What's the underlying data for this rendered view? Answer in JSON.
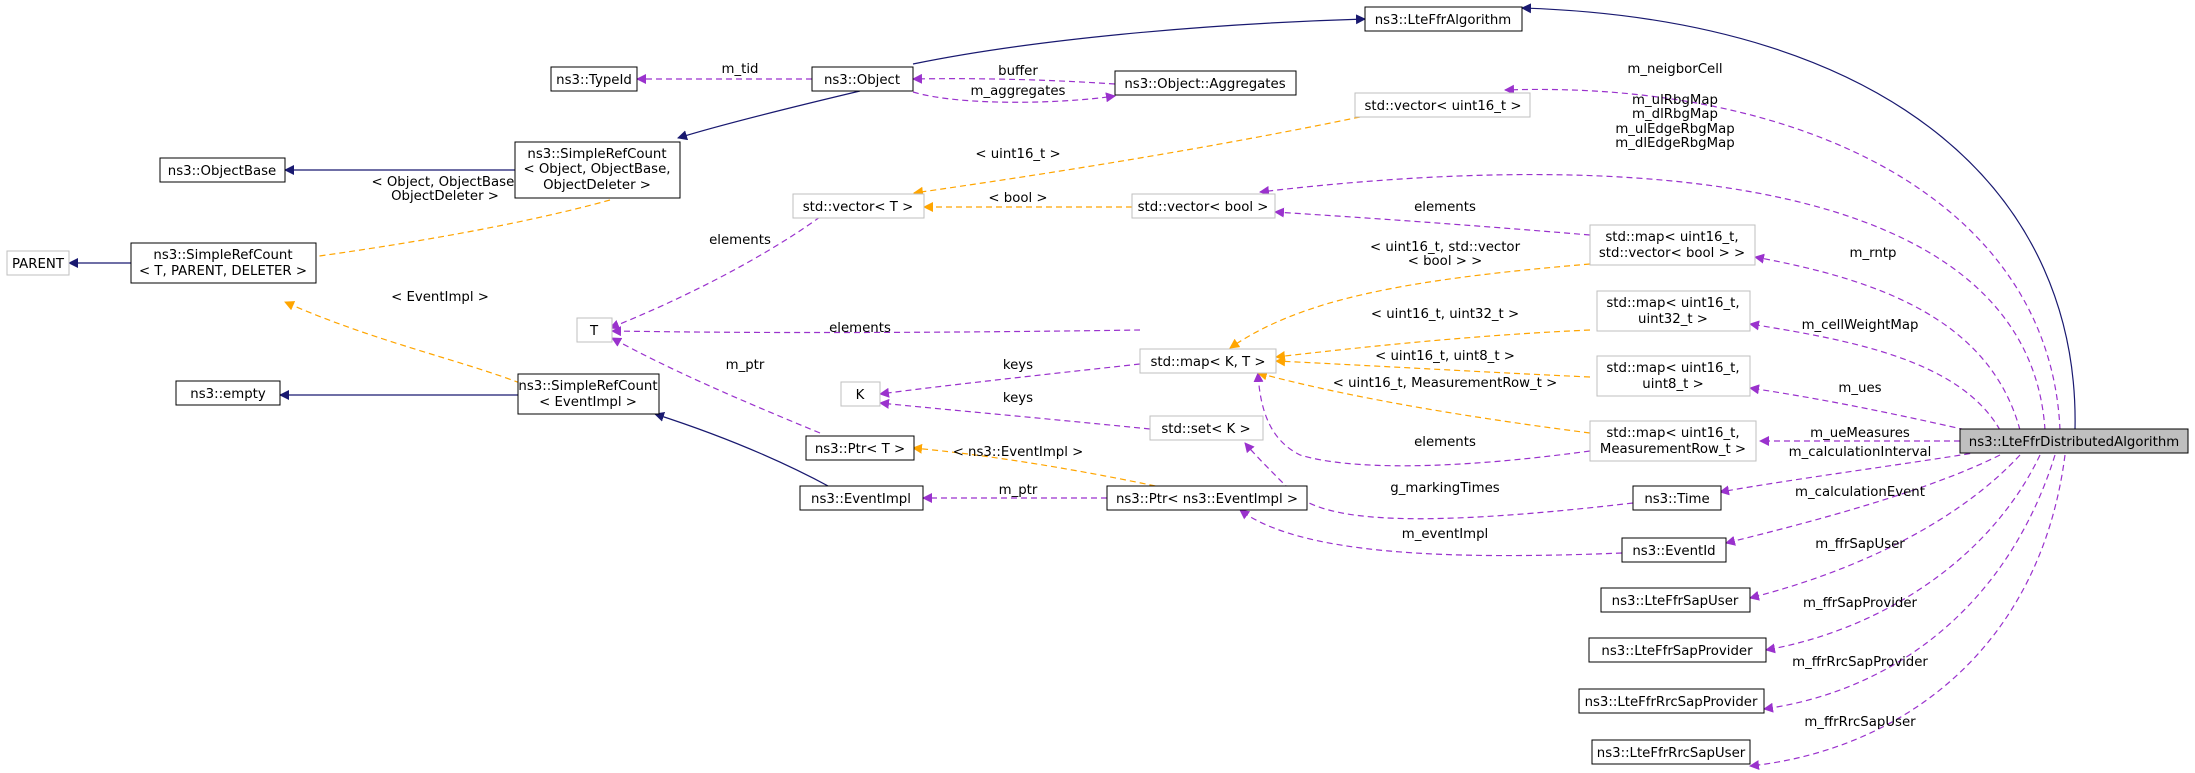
{
  "nodes": {
    "lteFfrAlgorithm": "ns3::LteFfrAlgorithm",
    "typeId": "ns3::TypeId",
    "object": "ns3::Object",
    "objectAggregates": "ns3::Object::Aggregates",
    "vectorUint16": "std::vector< uint16_t >",
    "objectBase": "ns3::ObjectBase",
    "simpleRefCountObject": [
      "ns3::SimpleRefCount",
      "< Object, ObjectBase,",
      "ObjectDeleter >"
    ],
    "vectorT": "std::vector< T >",
    "vectorBool": "std::vector< bool >",
    "parent": "PARENT",
    "simpleRefCountT": [
      "ns3::SimpleRefCount",
      "< T, PARENT, DELETER >"
    ],
    "mapUint16VectorBool": [
      "std::map< uint16_t,",
      "std::vector< bool > >"
    ],
    "mapUint16Uint32": [
      "std::map< uint16_t,",
      "uint32_t >"
    ],
    "T": "T",
    "mapKT": "std::map< K, T >",
    "mapUint16Uint8": [
      "std::map< uint16_t,",
      "uint8_t >"
    ],
    "empty": "ns3::empty",
    "simpleRefCountEventImpl": [
      "ns3::SimpleRefCount",
      "< EventImpl >"
    ],
    "K": "K",
    "setK": "std::set< K >",
    "mapUint16MeasurementRow": [
      "std::map< uint16_t,",
      "MeasurementRow_t >"
    ],
    "ptrT": "ns3::Ptr< T >",
    "focus": "ns3::LteFfrDistributedAlgorithm",
    "eventImpl": "ns3::EventImpl",
    "ptrEventImpl": "ns3::Ptr< ns3::EventImpl >",
    "time": "ns3::Time",
    "eventId": "ns3::EventId",
    "lteFfrSapUser": "ns3::LteFfrSapUser",
    "lteFfrSapProvider": "ns3::LteFfrSapProvider",
    "lteFfrRrcSapProvider": "ns3::LteFfrRrcSapProvider",
    "lteFfrRrcSapUser": "ns3::LteFfrRrcSapUser"
  },
  "edge_labels": {
    "m_tid": "m_tid",
    "buffer": "buffer",
    "m_aggregates": "m_aggregates",
    "m_neigborCell": "m_neigborCell",
    "rbgMaps": [
      "m_ulRbgMap",
      "m_dlRbgMap",
      "m_ulEdgeRbgMap",
      "m_dlEdgeRbgMap"
    ],
    "uint16_tmpl": "< uint16_t >",
    "objectTmpl": [
      "< Object, ObjectBase,",
      "ObjectDeleter >"
    ],
    "bool_tmpl": "< bool >",
    "elements_vec": "elements",
    "elements_bool": "elements",
    "uint16VecBoolTmpl": [
      "< uint16_t, std::vector",
      "< bool > >"
    ],
    "m_rntp": "m_rntp",
    "eventImplTmpl": "< EventImpl >",
    "uint16Uint32Tmpl": "< uint16_t, uint32_t >",
    "m_cellWeightMap": "m_cellWeightMap",
    "elements_map": "elements",
    "uint16Uint8Tmpl": "< uint16_t, uint8_t >",
    "m_ptr_T": "m_ptr",
    "keys_map": "keys",
    "uint16MeasTmpl": "< uint16_t, MeasurementRow_t >",
    "m_ues": "m_ues",
    "keys_set": "keys",
    "m_ueMeasures": "m_ueMeasures",
    "elements_meas": "elements",
    "eventImplPtrTmpl": "< ns3::EventImpl >",
    "m_calculationInterval": "m_calculationInterval",
    "m_ptr_event": "m_ptr",
    "g_markingTimes": "g_markingTimes",
    "m_calculationEvent": "m_calculationEvent",
    "m_eventImpl": "m_eventImpl",
    "m_ffrSapUser": "m_ffrSapUser",
    "m_ffrSapProvider": "m_ffrSapProvider",
    "m_ffrRrcSapProvider": "m_ffrRrcSapProvider",
    "m_ffrRrcSapUser": "m_ffrRrcSapUser"
  },
  "colors": {
    "inheritance": "#191970",
    "usage": "#9a32cd",
    "template": "#ffa500",
    "focus_fill": "#bfbfbf",
    "template_border": "#bfbfbf"
  }
}
